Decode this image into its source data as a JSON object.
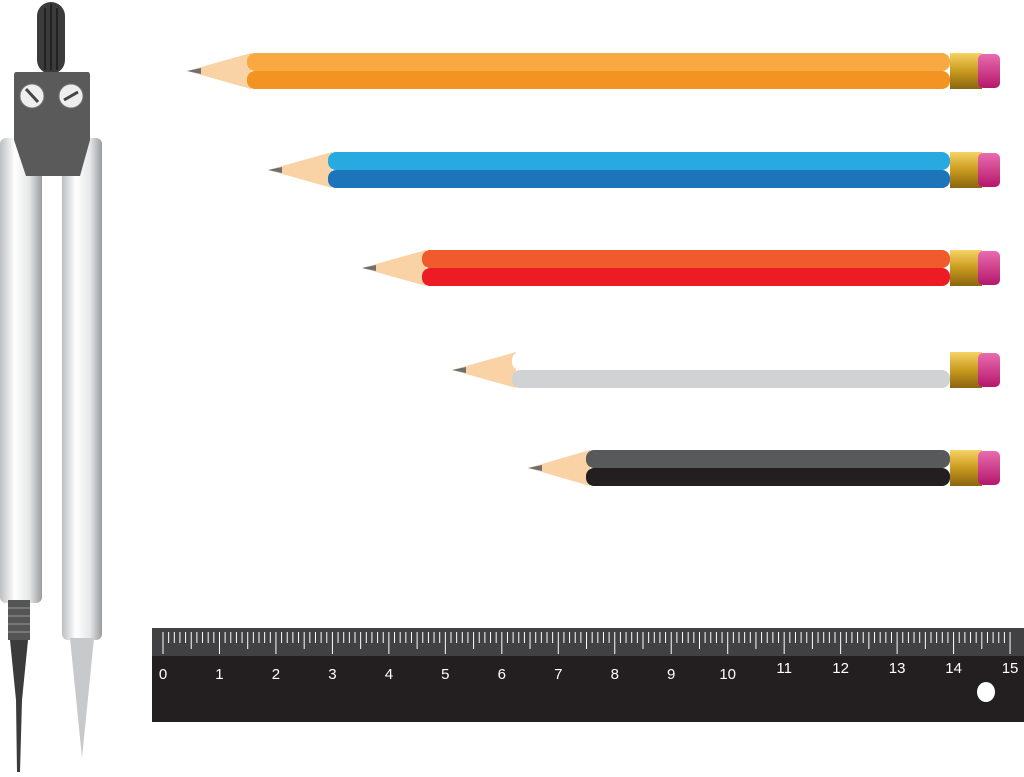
{
  "pencils": [
    {
      "name": "orange",
      "top": "#f8a941",
      "bottom": "#f39321"
    },
    {
      "name": "blue",
      "top": "#28aae1",
      "bottom": "#1c75bb"
    },
    {
      "name": "red",
      "top": "#f15a2b",
      "bottom": "#ed1c24"
    },
    {
      "name": "white",
      "top": "#ffffff",
      "bottom": "#d1d2d3"
    },
    {
      "name": "black",
      "top": "#58595b",
      "bottom": "#231f20"
    }
  ],
  "ruler": {
    "numbers": [
      "0",
      "1",
      "2",
      "3",
      "4",
      "5",
      "6",
      "7",
      "8",
      "9",
      "10",
      "11",
      "12",
      "13",
      "14",
      "15"
    ],
    "body_color": "#231f20",
    "scale_color": "#414042"
  },
  "colors": {
    "wood": "#f9d3a6",
    "ferrule": "#d9a520",
    "eraser": "#d4237a",
    "graphite": "#6d6e71"
  }
}
